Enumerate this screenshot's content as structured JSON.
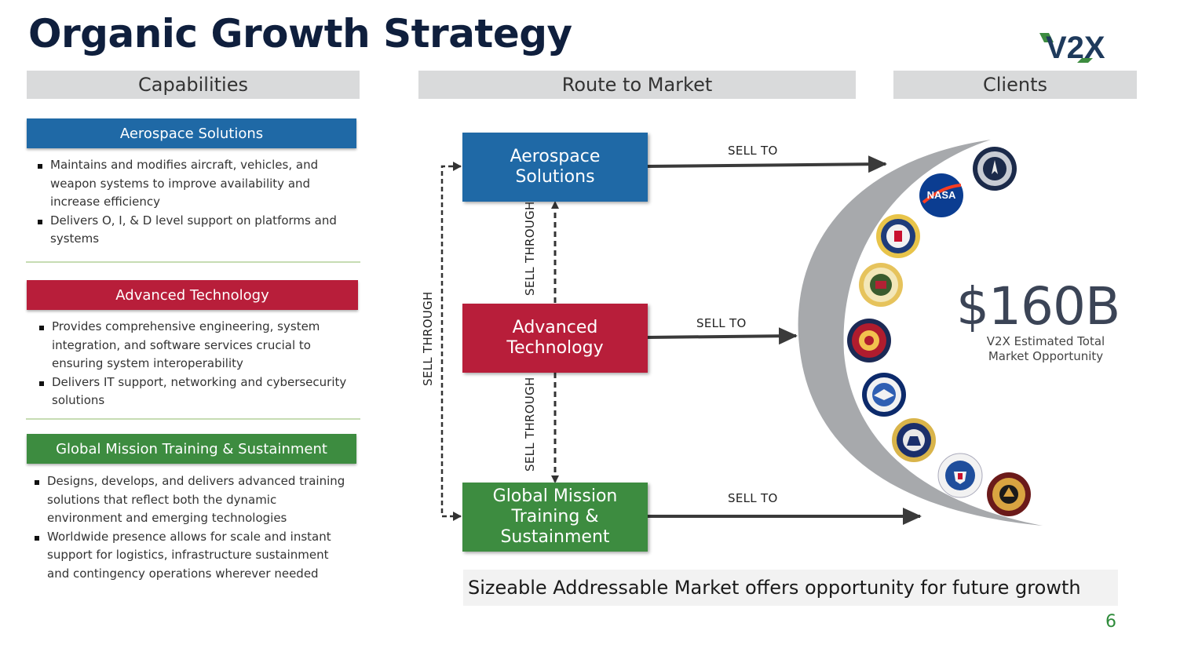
{
  "title": "Organic Growth Strategy",
  "logo_text": "V2X",
  "columns": {
    "capabilities": "Capabilities",
    "route": "Route to Market",
    "clients": "Clients"
  },
  "capabilities": [
    {
      "name": "Aerospace Solutions",
      "color": "#1f69a6",
      "bullets": [
        "Maintains and modifies aircraft, vehicles, and weapon systems to improve availability and increase efficiency",
        "Delivers O, I, & D level support on platforms and systems"
      ]
    },
    {
      "name": "Advanced Technology",
      "color": "#b81e3a",
      "bullets": [
        "Provides comprehensive engineering, system integration, and software services crucial to ensuring system interoperability",
        "Delivers IT support, networking and cybersecurity solutions"
      ]
    },
    {
      "name": "Global Mission Training & Sustainment",
      "color": "#3d8c40",
      "bullets": [
        "Designs, develops, and delivers advanced training solutions that reflect both the dynamic environment and emerging technologies",
        "Worldwide presence allows for scale and instant support for logistics, infrastructure sustainment and contingency operations wherever needed"
      ]
    }
  ],
  "route": {
    "aero": "Aerospace Solutions",
    "adv": "Advanced Technology",
    "gmts": "Global Mission Training & Sustainment",
    "sell_to": "SELL TO",
    "sell_through": "SELL THROUGH"
  },
  "clients": {
    "seals": [
      "space-force-seal-icon",
      "nasa-logo-icon",
      "coast-guard-seal-icon",
      "army-seal-icon",
      "marine-corps-seal-icon",
      "air-force-seal-icon",
      "navy-seal-icon",
      "homeland-security-seal-icon",
      "national-guard-seal-icon"
    ],
    "market_value": "$160B",
    "market_label": "V2X Estimated Total Market Opportunity"
  },
  "footer": "Sizeable Addressable Market offers opportunity for future growth",
  "page_number": "6"
}
